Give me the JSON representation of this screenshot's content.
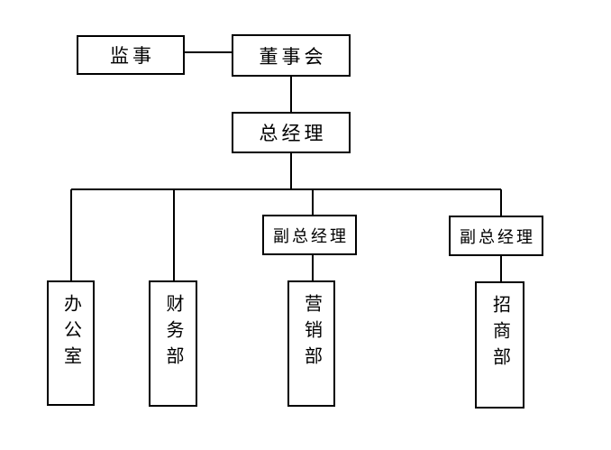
{
  "diagram": {
    "type": "org-chart",
    "background_color": "#ffffff",
    "line_color": "#000000",
    "text_color": "#000000",
    "nodes": {
      "supervisor": {
        "label": "监事"
      },
      "board": {
        "label": "董事会"
      },
      "general_manager": {
        "label": "总经理"
      },
      "deputy_gm_left": {
        "label": "副总经理"
      },
      "deputy_gm_right": {
        "label": "副总经理"
      },
      "office": {
        "label": "办公室"
      },
      "finance": {
        "label": "财务部"
      },
      "marketing": {
        "label": "营销部"
      },
      "investment": {
        "label": "招商部"
      }
    },
    "edges": [
      {
        "from": "监事",
        "to": "董事会",
        "style": "lateral"
      },
      {
        "from": "董事会",
        "to": "总经理"
      },
      {
        "from": "总经理",
        "to": "办公室"
      },
      {
        "from": "总经理",
        "to": "财务部"
      },
      {
        "from": "总经理",
        "to": "副总经理(左)"
      },
      {
        "from": "总经理",
        "to": "副总经理(右)"
      },
      {
        "from": "副总经理(左)",
        "to": "营销部"
      },
      {
        "from": "副总经理(右)",
        "to": "招商部"
      }
    ]
  }
}
